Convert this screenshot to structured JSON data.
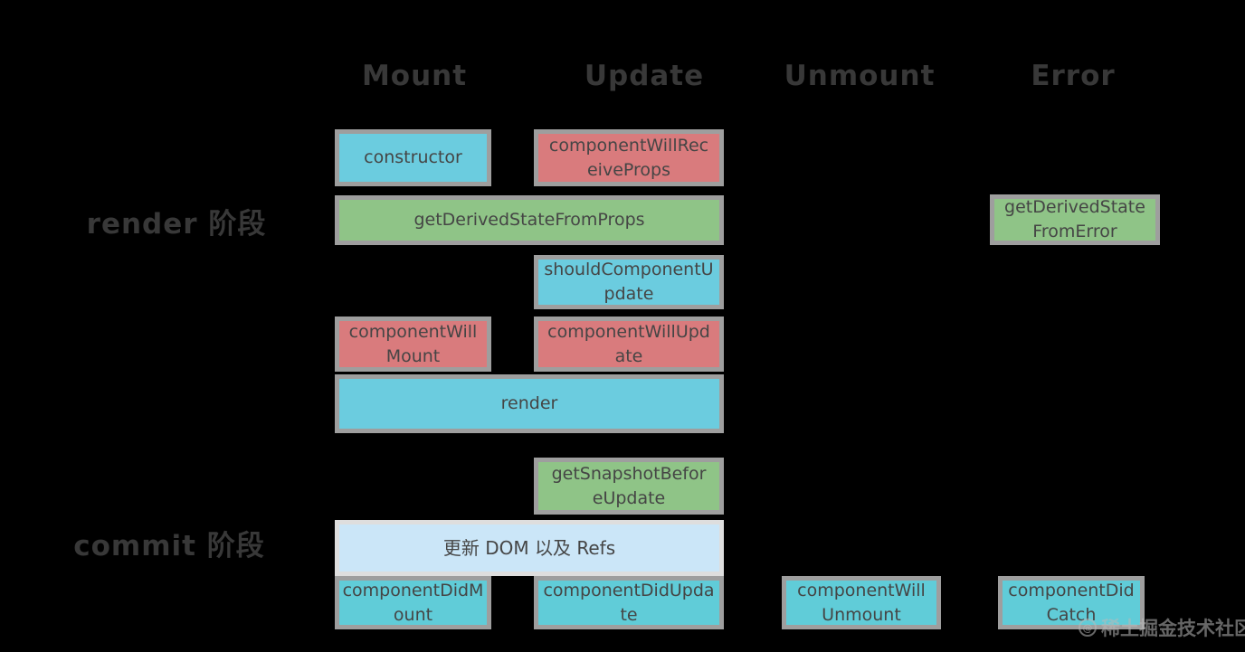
{
  "background_color": "#000000",
  "colors": {
    "box_blue": "#6bccdf",
    "box_red": "#d97b7d",
    "box_green": "#8fc487",
    "box_teal": "#60ccd8",
    "box_lightblue": "#cbe6f8",
    "box_border": "#9e9e9e",
    "lightblue_border": "#dedede",
    "box_text": "#454545",
    "heading_text": "#383838"
  },
  "columns": [
    {
      "label": "Mount"
    },
    {
      "label": "Update"
    },
    {
      "label": "Unmount"
    },
    {
      "label": "Error"
    }
  ],
  "phases": [
    {
      "label": "render 阶段"
    },
    {
      "label": "commit 阶段"
    }
  ],
  "boxes": [
    {
      "label": "constructor",
      "color": "blue",
      "column": "Mount"
    },
    {
      "label": "componentWillRec\neiveProps",
      "color": "red",
      "column": "Update"
    },
    {
      "label": "getDerivedStateFromProps",
      "color": "green",
      "column": "Mount+Update"
    },
    {
      "label": "getDerivedState\nFromError",
      "color": "green",
      "column": "Error"
    },
    {
      "label": "shouldComponentU\npdate",
      "color": "blue",
      "column": "Update"
    },
    {
      "label": "componentWill\nMount",
      "color": "red",
      "column": "Mount"
    },
    {
      "label": "componentWillUpd\nate",
      "color": "red",
      "column": "Update"
    },
    {
      "label": "render",
      "color": "blue",
      "column": "Mount+Update"
    },
    {
      "label": "getSnapshotBefor\neUpdate",
      "color": "green",
      "column": "Update"
    },
    {
      "label": "更新 DOM 以及 Refs",
      "color": "lightblue",
      "column": "Mount+Update"
    },
    {
      "label": "componentDidM\nount",
      "color": "teal",
      "column": "Mount"
    },
    {
      "label": "componentDidUpda\nte",
      "color": "teal",
      "column": "Update"
    },
    {
      "label": "componentWill\nUnmount",
      "color": "teal",
      "column": "Unmount"
    },
    {
      "label": "componentDid\nCatch",
      "color": "teal",
      "column": "Error"
    }
  ],
  "watermark": {
    "text": "稀土掘金技术社区",
    "icon": "juejin-logo"
  }
}
